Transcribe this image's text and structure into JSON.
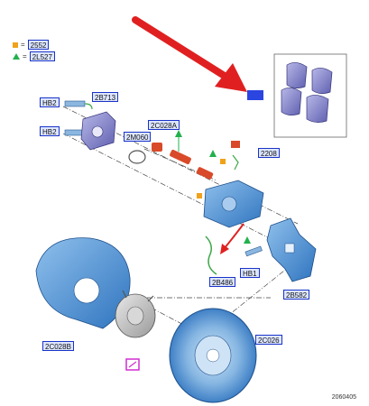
{
  "legend": [
    {
      "marker": "orange-square",
      "code": "2552"
    },
    {
      "marker": "green-triangle",
      "code": "2L527"
    }
  ],
  "labels": {
    "pads": "",
    "hb2_top": "HB2",
    "hb2_bottom": "HB2",
    "p2b713": "2B713",
    "p2m060": "2M060",
    "p2c028a": "2C028A",
    "p2208": "2208",
    "p2b486": "2B486",
    "hb1": "HB1",
    "p2b582": "2B582",
    "p2c028b": "2C028B",
    "p2c026": "2C026"
  },
  "reference": "2060405",
  "colors": {
    "part_blue": "#4d93d6",
    "label_blue": "#1a33c8",
    "arrow_red": "#e02020",
    "marker_orange": "#f0a21a",
    "marker_green": "#22b14c"
  }
}
